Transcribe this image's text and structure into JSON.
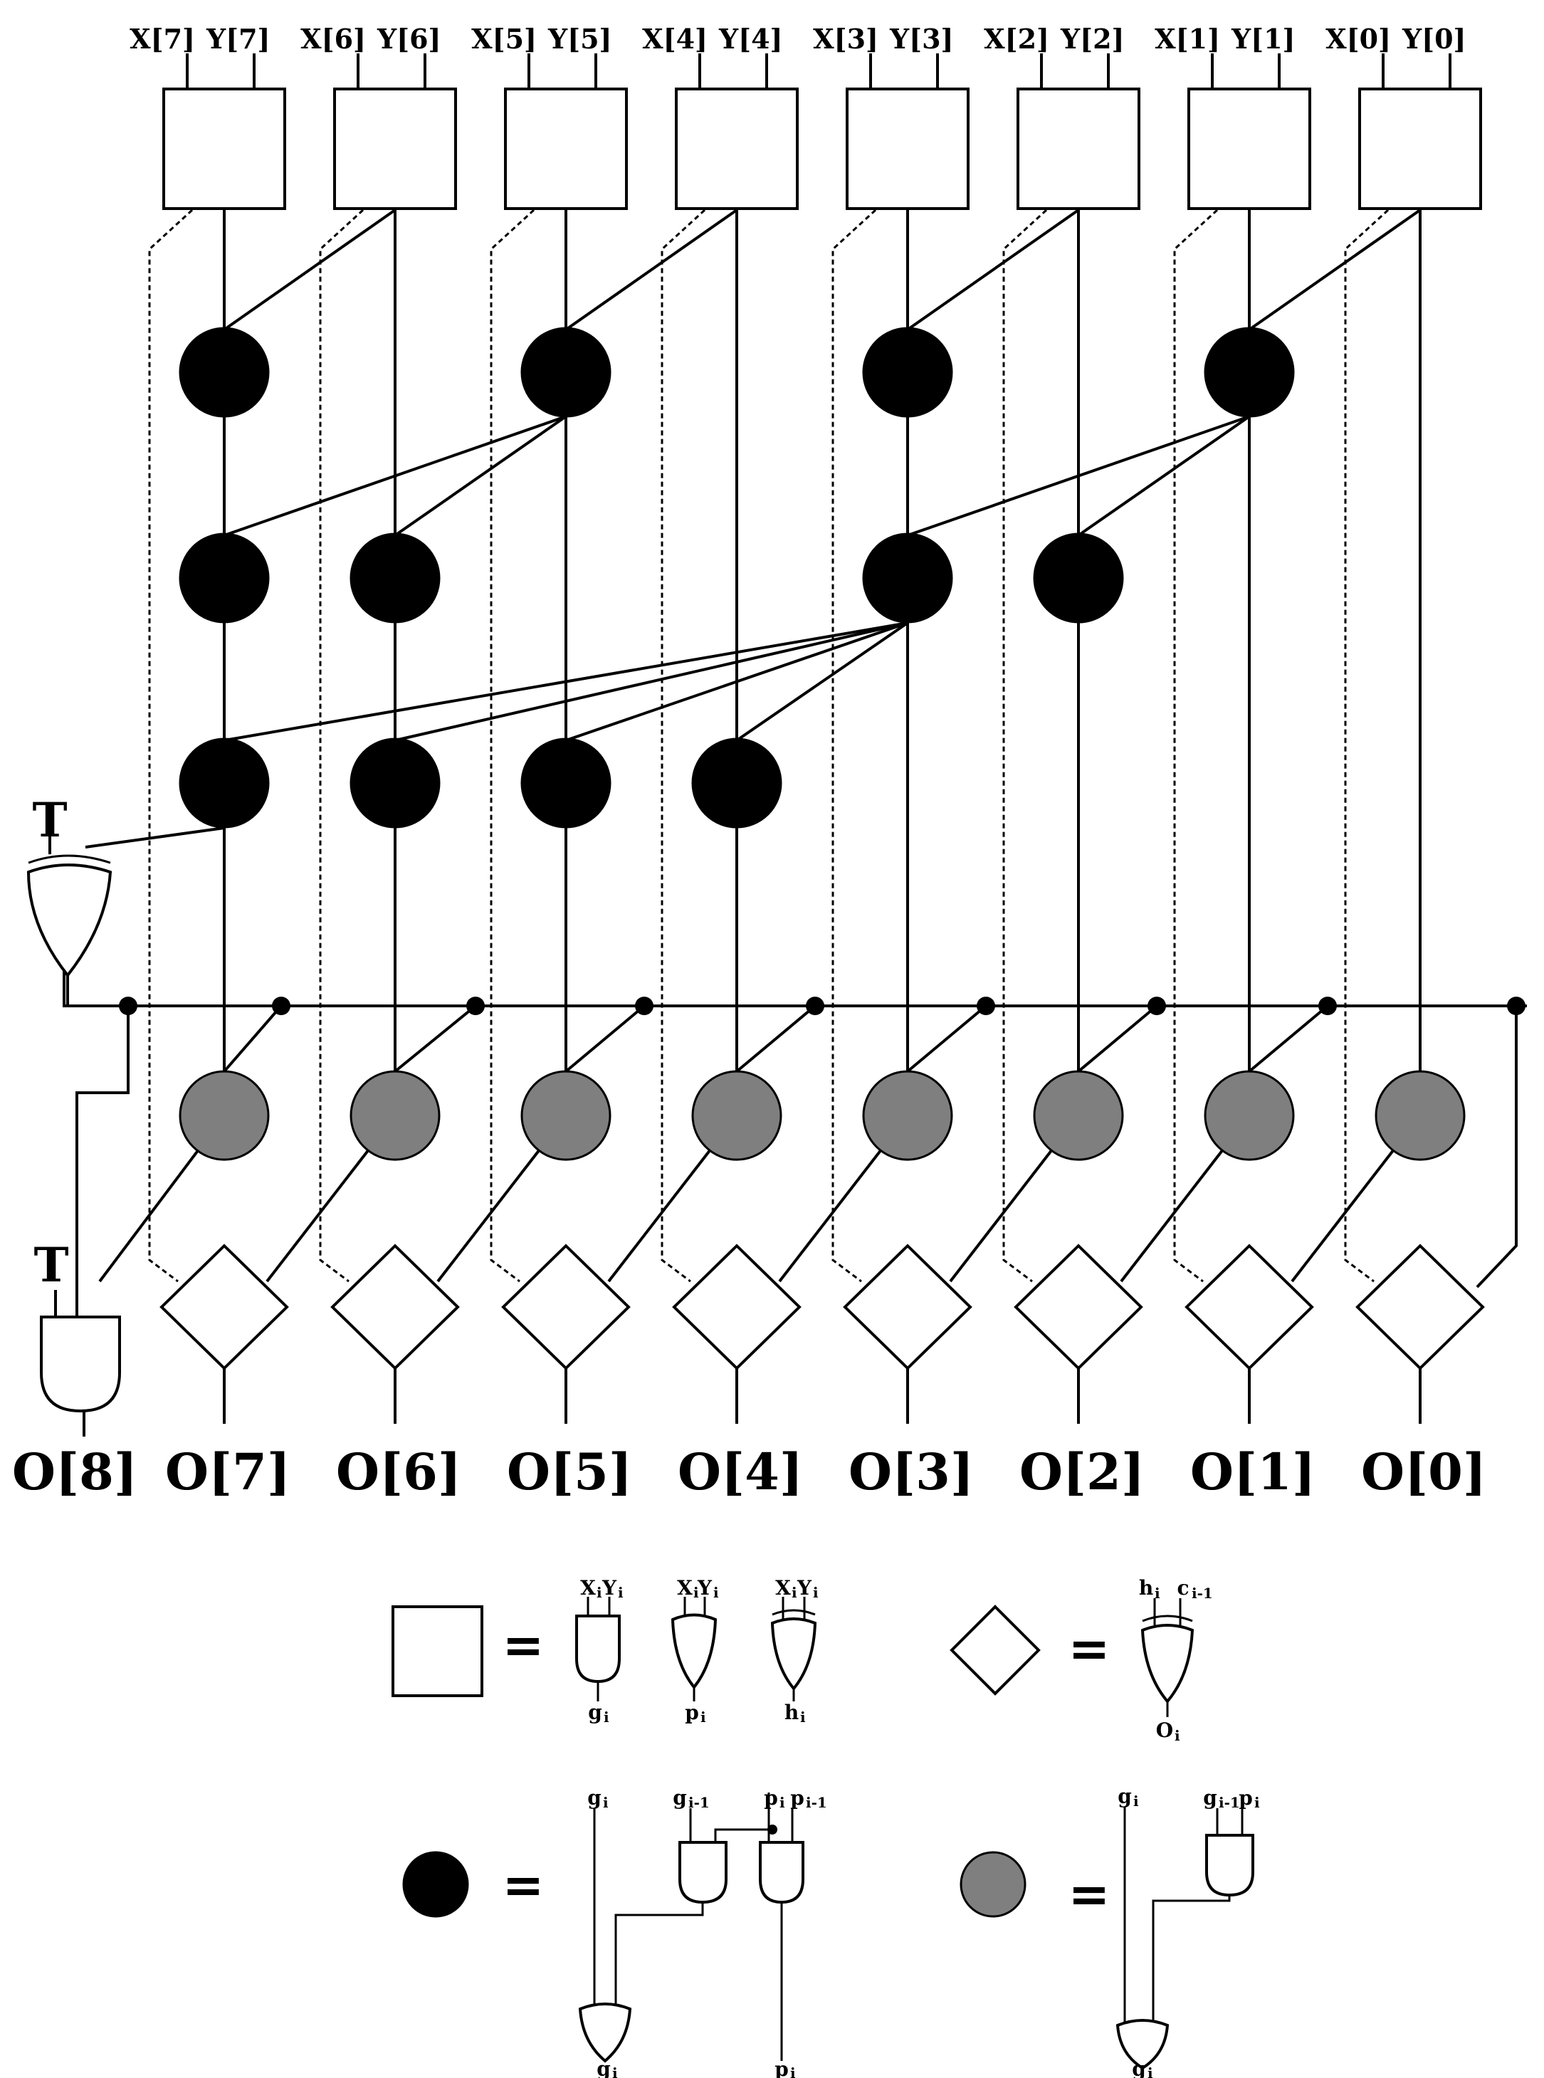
{
  "inputs": [
    {
      "x": "X[7]",
      "y": "Y[7]"
    },
    {
      "x": "X[6]",
      "y": "Y[6]"
    },
    {
      "x": "X[5]",
      "y": "Y[5]"
    },
    {
      "x": "X[4]",
      "y": "Y[4]"
    },
    {
      "x": "X[3]",
      "y": "Y[3]"
    },
    {
      "x": "X[2]",
      "y": "Y[2]"
    },
    {
      "x": "X[1]",
      "y": "Y[1]"
    },
    {
      "x": "X[0]",
      "y": "Y[0]"
    }
  ],
  "outputs": [
    "O[8]",
    "O[7]",
    "O[6]",
    "O[5]",
    "O[4]",
    "O[3]",
    "O[2]",
    "O[1]",
    "O[0]"
  ],
  "t_label": "T",
  "colors": {
    "black_node": "#000000",
    "gray_node": "#7f7f7f",
    "wire": "#000000"
  },
  "legend": {
    "equals": "=",
    "box": {
      "in_x": "X",
      "in_y": "Y",
      "sub": "i",
      "g": "g",
      "p": "p",
      "h": "h"
    },
    "diamond": {
      "h": "h",
      "h_sub": "i",
      "c": "c",
      "c_sub": "i-1",
      "o": "O",
      "o_sub": "i"
    },
    "black": {
      "g": "g",
      "g_sub": "i",
      "g_prev_sub": "i-1",
      "p": "p",
      "p_sub": "i",
      "p_prev_sub": "i-1"
    },
    "gray": {
      "g": "g",
      "g_sub": "i",
      "g_prev_sub": "i-1",
      "p": "p",
      "p_sub": "i"
    }
  }
}
